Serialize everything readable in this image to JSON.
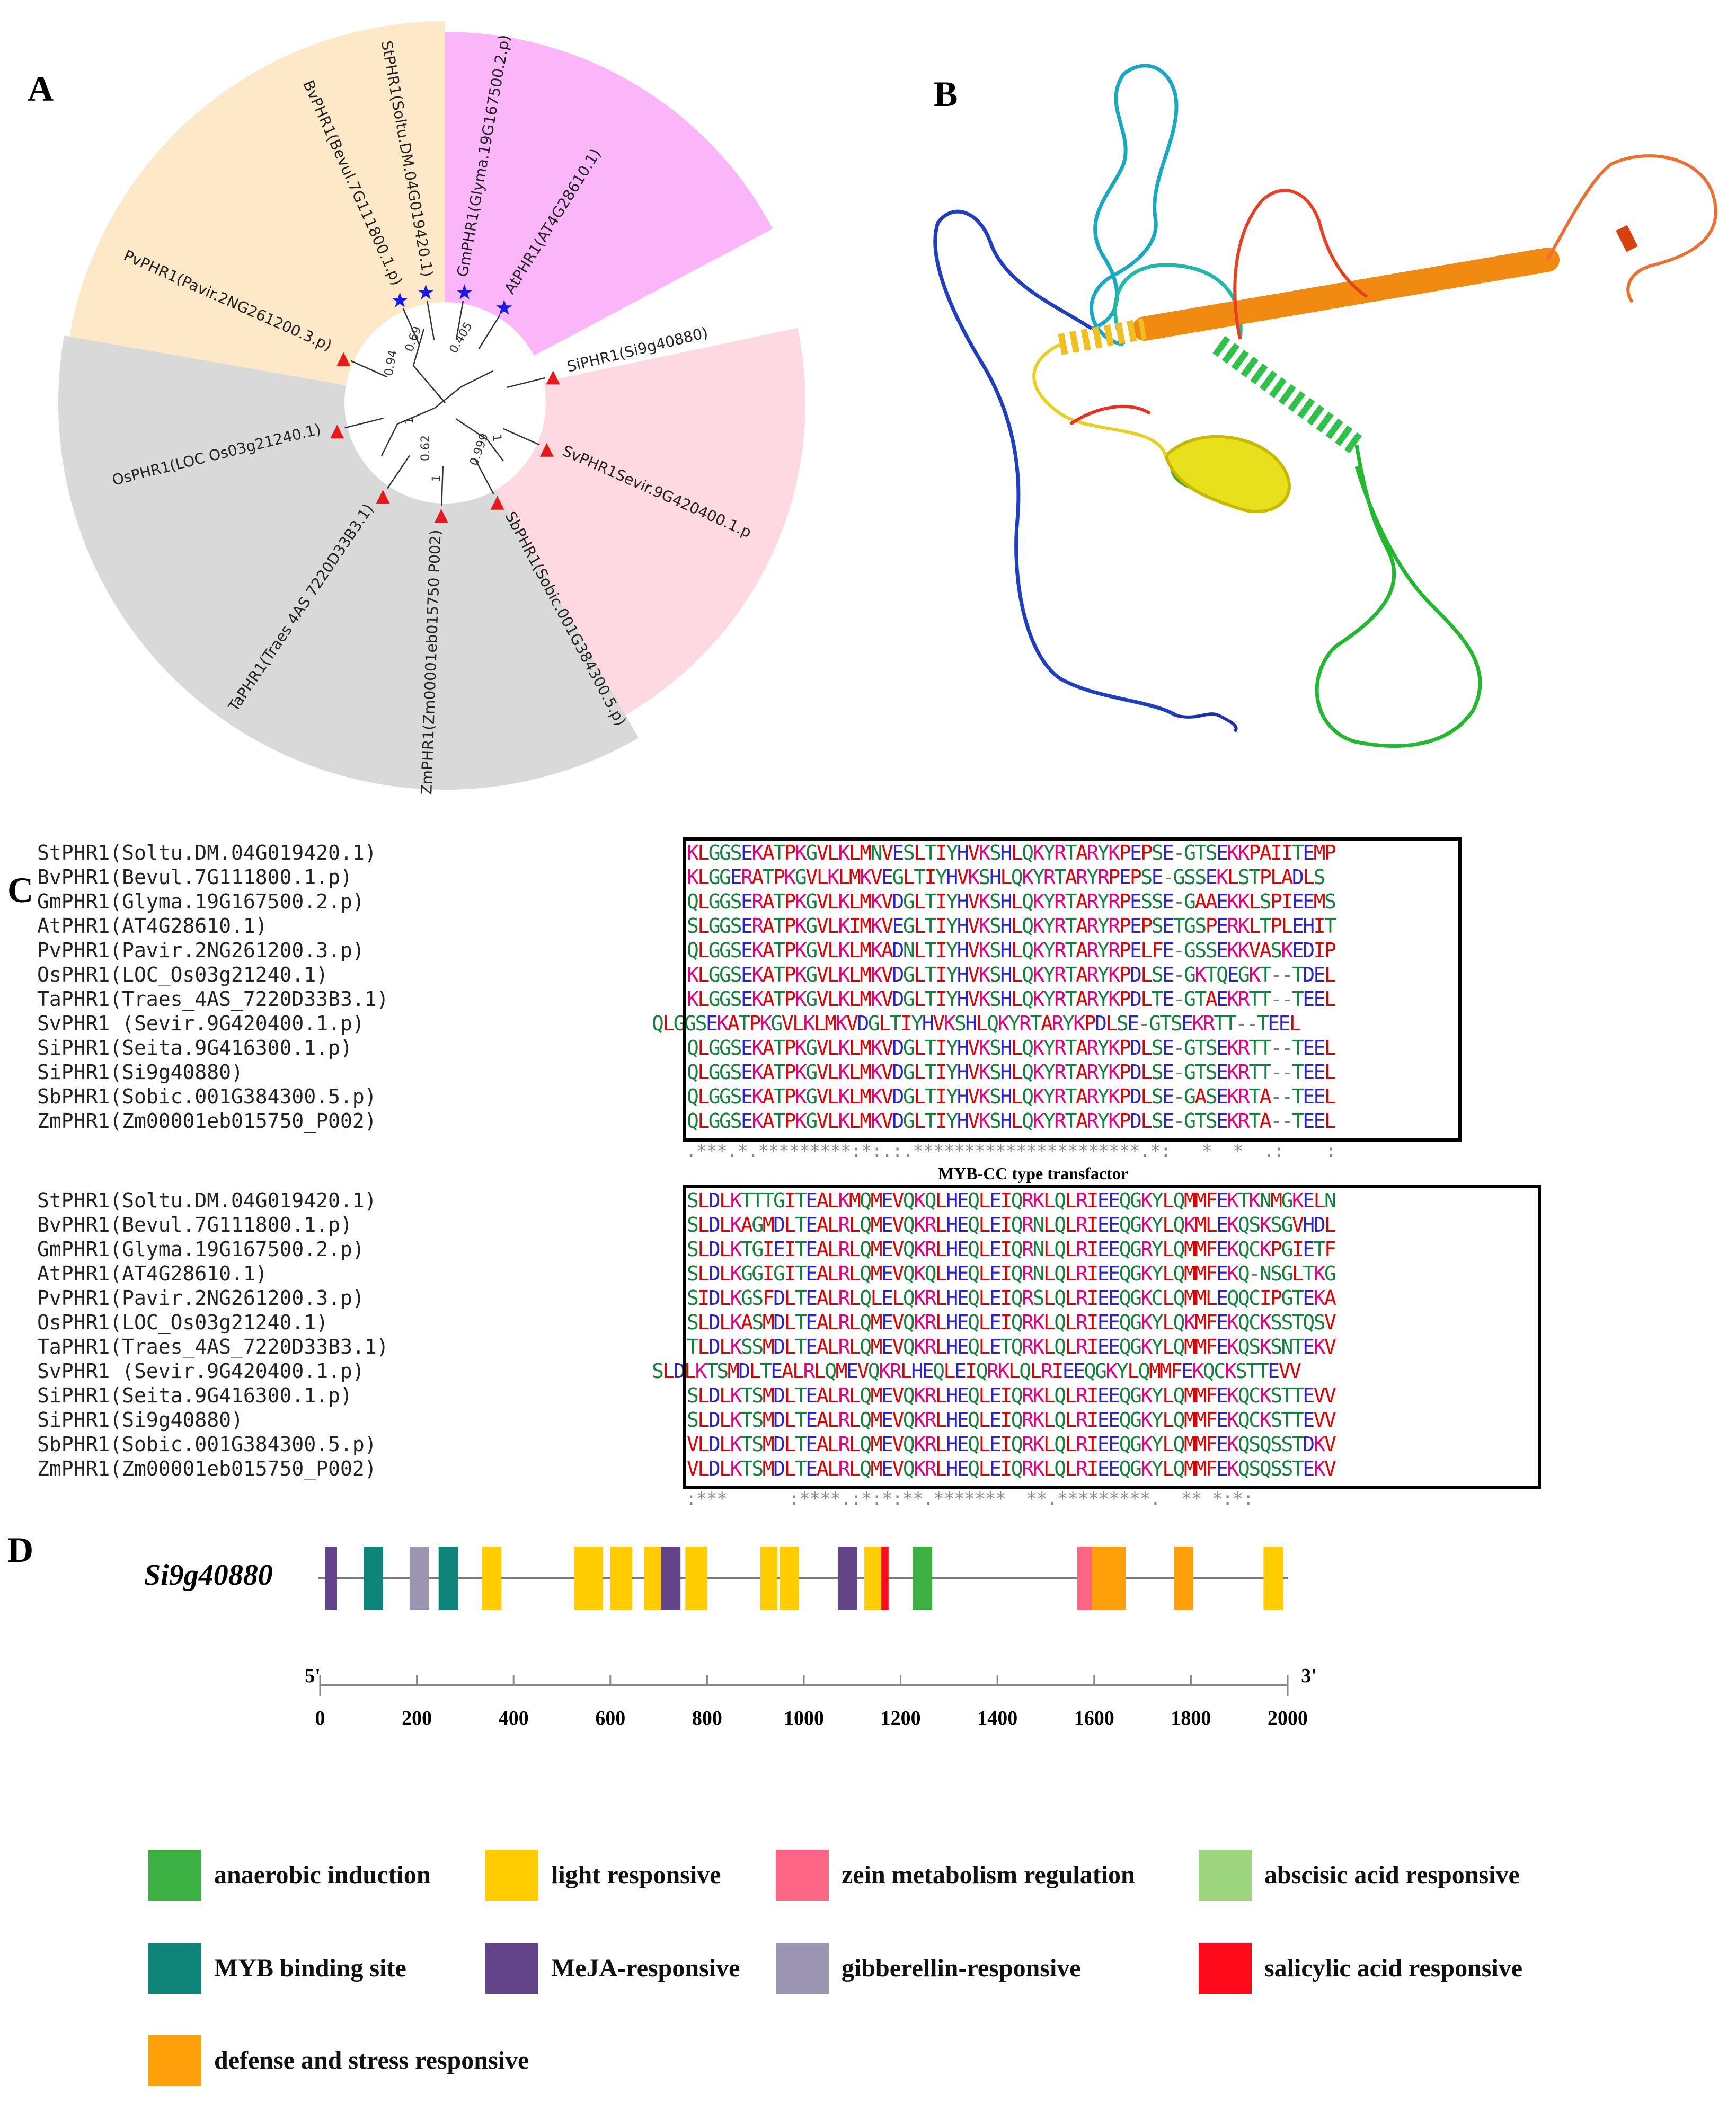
{
  "panels": {
    "A": "A",
    "B": "B",
    "C": "C",
    "D": "D"
  },
  "tree": {
    "sectors": [
      {
        "color": "#fde9c8"
      },
      {
        "color": "#fbb5f9"
      },
      {
        "color": "#ffd9e1"
      },
      {
        "color": "#d9d9d9"
      }
    ],
    "leaves": [
      {
        "label": "BvPHR1(Bevul.7G111800.1.p)",
        "marker": "blue-star"
      },
      {
        "label": "StPHR1(Soltu.DM.04G019420.1)",
        "marker": "blue-star"
      },
      {
        "label": "GmPHR1(Glyma.19G167500.2.p)",
        "marker": "blue-star"
      },
      {
        "label": "AtPHR1(AT4G28610.1)",
        "marker": "blue-star"
      },
      {
        "label": "PvPHR1(Pavir.2NG261200.3.p)",
        "marker": "red-triangle"
      },
      {
        "label": "SiPHR1(Si9g40880)",
        "marker": "red-triangle"
      },
      {
        "label": "OsPHR1(LOC Os03g21240.1)",
        "marker": "red-triangle"
      },
      {
        "label": "SvPHR1Sevir.9G420400.1.p",
        "marker": "red-triangle"
      },
      {
        "label": "TaPHR1(Traes 4AS 7220D33B3.1)",
        "marker": "red-triangle"
      },
      {
        "label": "SbPHR1(Sobic.001G384300.5.p)",
        "marker": "red-triangle"
      },
      {
        "label": "ZmPHR1(Zm00001eb015750 P002)",
        "marker": "red-triangle"
      }
    ],
    "support_values": [
      "0.69",
      "0.405",
      "0.94",
      "1",
      "1",
      "0.62",
      "0.999",
      "1"
    ]
  },
  "alignment": {
    "names": [
      "StPHR1(Soltu.DM.04G019420.1)",
      "BvPHR1(Bevul.7G111800.1.p)",
      "GmPHR1(Glyma.19G167500.2.p)",
      "AtPHR1(AT4G28610.1)",
      "PvPHR1(Pavir.2NG261200.3.p)",
      "OsPHR1(LOC_Os03g21240.1)",
      "TaPHR1(Traes_4AS_7220D33B3.1)",
      "SvPHR1 (Sevir.9G420400.1.p)",
      "SiPHR1(Seita.9G416300.1.p)",
      "SiPHR1(Si9g40880)",
      "SbPHR1(Sobic.001G384300.5.p)",
      "ZmPHR1(Zm00001eb015750_P002)"
    ],
    "block1": [
      "KLGGSEKATPKGVLKLMNVESLTIYHVKSHLQKYRTARYKPEPSE-GTSEKKPAIITEMP",
      "KLGGERATPKGVLKLMKVEGLTIYHVKSHLQKYRTARYRPEPSE-GSSEKLSTPLADLS",
      "QLGGSERATPKGVLKLMKVDGLTIYHVKSHLQKYRTARYRPESSE-GAAEKKLSPIEEMS",
      "SLGGSERATPKGVLKIMKVEGLTIYHVKSHLQKYRTARYRPEPSETGSPERKLTPLEHIT",
      "QLGGSEKATPKGVLKLMKADNLTIYHVKSHLQKYRTARYRPELFE-GSSEKKVASKEDIP",
      "KLGGSEKATPKGVLKLMKVDGLTIYHVKSHLQKYRTARYKPDLSE-GKTQEGKT--TDEL",
      "KLGGSEKATPKGVLKLMKVDGLTIYHVKSHLQKYRTARYKPDLTE-GTAEKRTT--TEEL",
      "QLGGSEKATPKGVLKLMKVDGLTIYHVKSHLQKYRTARYKPDLSE-GTSEKRTT--TEEL",
      "QLGGSEKATPKGVLKLMKVDGLTIYHVKSHLQKYRTARYKPDLSE-GTSEKRTT--TEEL",
      "QLGGSEKATPKGVLKLMKVDGLTIYHVKSHLQKYRTARYKPDLSE-GTSEKRTT--TEEL",
      "QLGGSEKATPKGVLKLMKVDGLTIYHVKSHLQKYRTARYKPDLSE-GASEKRTA--TEEL",
      "QLGGSEKATPKGVLKLMKVDGLTIYHVKSHLQKYRTARYKPDLSE-GTSEKRTA--TEEL"
    ],
    "block1_consensus": ".***.*.*********:*:.:.**********************.*:   *  *  .:    :",
    "motif_label": "MYB-CC type transfactor",
    "block2": [
      "SLDLKTTTGITEALKMQMEVQKQLHEQLEIQRKLQLRIEEQGKYLQMMFEKTKNMGKELN",
      "SLDLKAGMDLTEALRLQMEVQKRLHEQLEIQRNLQLRIEEQGKYLQKMLEKQSKSGVHDL",
      "SLDLKTGIEITEALRLQMEVQKRLHEQLEIQRNLQLRIEEQGRYLQMMFEKQCKPGIETF",
      "SLDLKGGIGITEALRLQMEVQKQLHEQLEIQRNLQLRIEEQGKYLQMMFEKQ-NSGLTKG",
      "SIDLKGSFDLTEALRLQLELQKRLHEQLEIQRSLQLRIEEQGKCLQMMLEQQCIPGTEKA",
      "SLDLKASMDLTEALRLQMEVQKRLHEQLEIQRKLQLRIEEQGKYLQKMFEKQCKSSTQSV",
      "TLDLKSSMDLTEALRLQMEVQKRLHEQLETQRKLQLRIEEQGKYLQMMFEKQSKSNTEKV",
      "SLDLKTSMDLTEALRLQMEVQKRLHEQLEIQRKLQLRIEEQGKYLQMMFEKQCKSTTEVV",
      "SLDLKTSMDLTEALRLQMEVQKRLHEQLEIQRKLQLRIEEQGKYLQMMFEKQCKSTTEVV",
      "SLDLKTSMDLTEALRLQMEVQKRLHEQLEIQRKLQLRIEEQGKYLQMMFEKQCKSTTEVV",
      "VLDLKTSMDLTEALRLQMEVQKRLHEQLEIQRKLQLRIEEQGKYLQMMFEKQSQSSTDKV",
      "VLDLKTSMDLTEALRLQMEVQKRLHEQLEIQRKLQLRIEEQGKYLQMMFEKQSQSSTEKV"
    ],
    "block2_consensus": ":***      :****.:*:*:**.*******  **.*********.  ** *:*:"
  },
  "promoter": {
    "gene": "Si9g40880",
    "axis": {
      "min": 0,
      "max": 2000,
      "ticks": [
        "0",
        "200",
        "400",
        "600",
        "800",
        "1000",
        "1200",
        "1400",
        "1600",
        "1800",
        "2000"
      ],
      "five_prime": "5'",
      "three_prime": "3'"
    },
    "elements": [
      {
        "start": 10,
        "end": 35,
        "type": "MeJA"
      },
      {
        "start": 90,
        "end": 130,
        "type": "MYB"
      },
      {
        "start": 185,
        "end": 225,
        "type": "GA"
      },
      {
        "start": 245,
        "end": 285,
        "type": "MYB"
      },
      {
        "start": 335,
        "end": 375,
        "type": "light"
      },
      {
        "start": 525,
        "end": 585,
        "type": "light"
      },
      {
        "start": 600,
        "end": 645,
        "type": "light"
      },
      {
        "start": 670,
        "end": 705,
        "type": "light"
      },
      {
        "start": 705,
        "end": 745,
        "type": "MeJA"
      },
      {
        "start": 755,
        "end": 800,
        "type": "light"
      },
      {
        "start": 910,
        "end": 945,
        "type": "light"
      },
      {
        "start": 950,
        "end": 990,
        "type": "light"
      },
      {
        "start": 1070,
        "end": 1110,
        "type": "MeJA"
      },
      {
        "start": 1125,
        "end": 1160,
        "type": "light"
      },
      {
        "start": 1160,
        "end": 1175,
        "type": "SA"
      },
      {
        "start": 1225,
        "end": 1265,
        "type": "anaerobic"
      },
      {
        "start": 1565,
        "end": 1595,
        "type": "zein"
      },
      {
        "start": 1595,
        "end": 1665,
        "type": "defense"
      },
      {
        "start": 1765,
        "end": 1805,
        "type": "defense"
      },
      {
        "start": 1950,
        "end": 1990,
        "type": "light"
      }
    ]
  },
  "legend": [
    {
      "type": "anaerobic",
      "label": "anaerobic induction",
      "color": "#3cb043"
    },
    {
      "type": "light",
      "label": "light responsive",
      "color": "#ffcc00"
    },
    {
      "type": "zein",
      "label": "zein metabolism regulation",
      "color": "#ff6685"
    },
    {
      "type": "ABA",
      "label": "abscisic acid responsive",
      "color": "#9dd67e"
    },
    {
      "type": "MYB",
      "label": "MYB binding site",
      "color": "#0f8478"
    },
    {
      "type": "MeJA",
      "label": "MeJA-responsive",
      "color": "#634488"
    },
    {
      "type": "GA",
      "label": "gibberellin-responsive",
      "color": "#9b95b2"
    },
    {
      "type": "SA",
      "label": "salicylic acid responsive",
      "color": "#ff0a1a"
    },
    {
      "type": "defense",
      "label": "defense and stress responsive",
      "color": "#ff9f0a"
    }
  ],
  "aa_colors": {
    "pink": "#e4007f",
    "blue": "#2b23c9",
    "red": "#e00000",
    "green": "#15803d",
    "gray": "#7a7a7a"
  }
}
